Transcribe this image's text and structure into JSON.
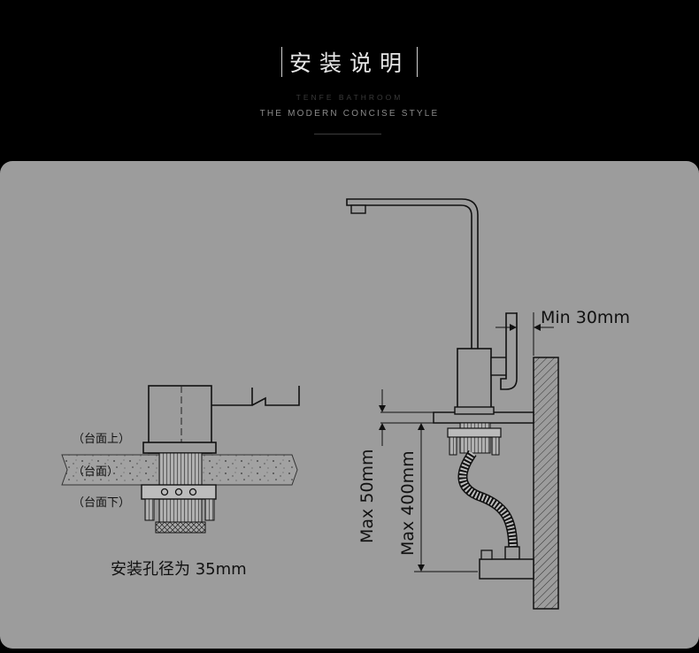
{
  "header": {
    "title": "安装说明",
    "subtitle_brand": "TENFE BATHROOM",
    "subtitle_slogan": "THE MODERN CONCISE STYLE"
  },
  "diagram": {
    "counter_labels": {
      "above": "（台面上）",
      "middle": "（台面）",
      "below": "（台面下）"
    },
    "hole_caption": "安装孔径为 35mm",
    "dimensions": {
      "wall_clearance": "Min 30mm",
      "counter_thickness": "Max 50mm",
      "hose_length": "Max 400mm"
    }
  }
}
